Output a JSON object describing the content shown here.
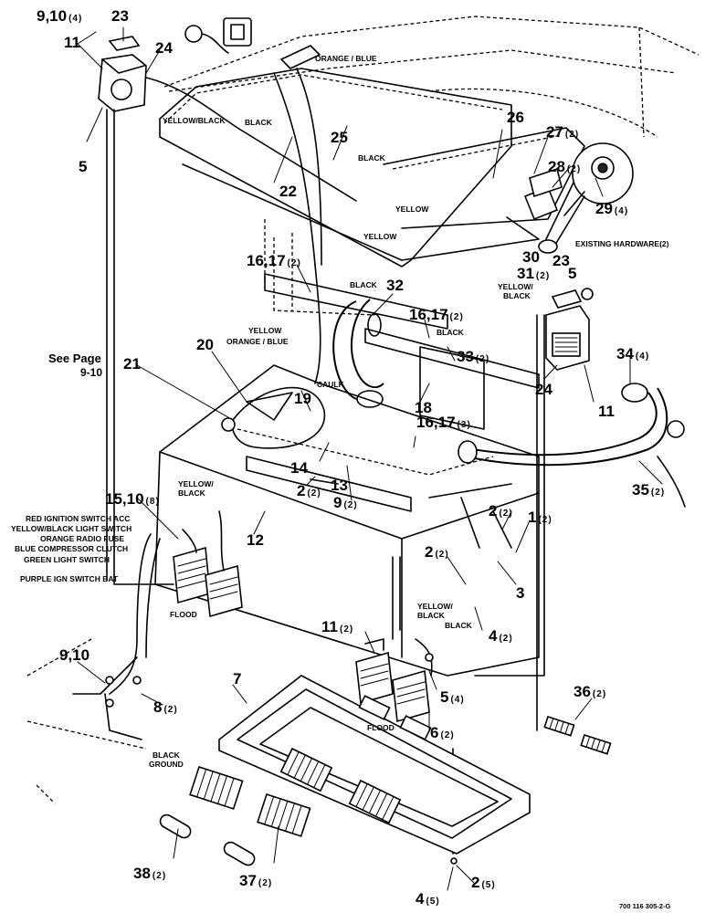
{
  "callouts": [
    {
      "num": "9,10",
      "qty": "(4)"
    },
    {
      "num": "23",
      "qty": ""
    },
    {
      "num": "11",
      "qty": ""
    },
    {
      "num": "24",
      "qty": ""
    },
    {
      "num": "5",
      "qty": ""
    },
    {
      "num": "25",
      "qty": ""
    },
    {
      "num": "26",
      "qty": ""
    },
    {
      "num": "27",
      "qty": "(2)"
    },
    {
      "num": "28",
      "qty": "(2)"
    },
    {
      "num": "29",
      "qty": "(4)"
    },
    {
      "num": "22",
      "qty": ""
    },
    {
      "num": "16,17",
      "qty": "(2)"
    },
    {
      "num": "30",
      "qty": ""
    },
    {
      "num": "31",
      "qty": "(2)"
    },
    {
      "num": "23",
      "qty": ""
    },
    {
      "num": "5",
      "qty": ""
    },
    {
      "num": "32",
      "qty": ""
    },
    {
      "num": "16,17",
      "qty": "(2)"
    },
    {
      "num": "33",
      "qty": "(2)"
    },
    {
      "num": "20",
      "qty": ""
    },
    {
      "num": "21",
      "qty": ""
    },
    {
      "num": "19",
      "qty": ""
    },
    {
      "num": "18",
      "qty": ""
    },
    {
      "num": "24",
      "qty": ""
    },
    {
      "num": "11",
      "qty": ""
    },
    {
      "num": "34",
      "qty": "(4)"
    },
    {
      "num": "16,17",
      "qty": "(3)"
    },
    {
      "num": "14",
      "qty": ""
    },
    {
      "num": "13",
      "qty": ""
    },
    {
      "num": "2",
      "qty": "(2)"
    },
    {
      "num": "9",
      "qty": "(2)"
    },
    {
      "num": "35",
      "qty": "(2)"
    },
    {
      "num": "15,10",
      "qty": "(8)"
    },
    {
      "num": "2",
      "qty": "(2)"
    },
    {
      "num": "1",
      "qty": "(2)"
    },
    {
      "num": "12",
      "qty": ""
    },
    {
      "num": "2",
      "qty": "(2)"
    },
    {
      "num": "3",
      "qty": ""
    },
    {
      "num": "4",
      "qty": "(2)"
    },
    {
      "num": "11",
      "qty": "(2)"
    },
    {
      "num": "9,10",
      "qty": ""
    },
    {
      "num": "7",
      "qty": ""
    },
    {
      "num": "8",
      "qty": "(2)"
    },
    {
      "num": "5",
      "qty": "(4)"
    },
    {
      "num": "6",
      "qty": "(2)"
    },
    {
      "num": "36",
      "qty": "(2)"
    },
    {
      "num": "38",
      "qty": "(2)"
    },
    {
      "num": "37",
      "qty": "(2)"
    },
    {
      "num": "4",
      "qty": "(5)"
    },
    {
      "num": "2",
      "qty": "(5)"
    }
  ],
  "see_page": {
    "line1": "See Page",
    "line2": "9-10"
  },
  "wire_labels": [
    "ORANGE / BLUE",
    "YELLOW/BLACK",
    "BLACK",
    "BLACK",
    "YELLOW",
    "YELLOW",
    "EXISTING HARDWARE(2)",
    "BLACK",
    "YELLOW/",
    "BLACK",
    "BLACK",
    "YELLOW",
    "ORANGE / BLUE",
    "CAULK",
    "YELLOW/",
    "BLACK",
    "FLOOD",
    "YELLOW/",
    "BLACK",
    "BLACK",
    "FLOOD",
    "BLACK",
    "GROUND"
  ],
  "switch_wiring": [
    "RED  IGNITION SWITCH  ACC",
    "YELLOW/BLACK LIGHT SWITCH",
    "ORANGE  RADIO FUSE",
    "BLUE COMPRESSOR CLUTCH",
    "GREEN  LIGHT SWITCH",
    "PURPLE  IGN SWITCH BAT"
  ],
  "figure_number": "700 116 305-2-G"
}
